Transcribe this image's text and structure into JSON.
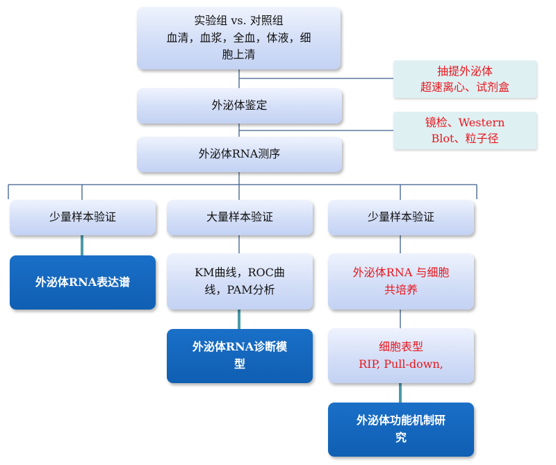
{
  "top_box": {
    "line1": "实验组 vs. 对照组",
    "line2": "血清，血浆，全血，体液，细",
    "line3": "胞上清"
  },
  "identification_box": {
    "label": "外泌体鉴定"
  },
  "sequencing_box": {
    "label": "外泌体RNA测序"
  },
  "note_extraction": {
    "line1": "抽提外泌体",
    "line2": "超速离心、试剂盒"
  },
  "note_identification": {
    "line1": "镜检、Western",
    "line2": "Blot、粒子径"
  },
  "branch_left": {
    "header": "少量样本验证",
    "result": "外泌体RNA表达谱"
  },
  "branch_middle": {
    "header": "大量样本验证",
    "step_line1": "KM曲线，ROC曲",
    "step_line2": "线，PAM分析",
    "result_line1": "外泌体RNA诊断模",
    "result_line2": "型"
  },
  "branch_right": {
    "header": "少量样本验证",
    "step1_line1": "外泌体RNA 与细胞",
    "step1_line2": "共培养",
    "step2_line1": "细胞表型",
    "step2_line2": "RIP, Pull-down,",
    "result_line1": "外泌体功能机制研",
    "result_line2": "究"
  },
  "colors": {
    "accent_dark": "#0f5fb3",
    "light_box": "#d3def7",
    "note_bg": "#dff0f3",
    "red_text": "#e8161c",
    "connector_teal": "#4a9aa8"
  }
}
